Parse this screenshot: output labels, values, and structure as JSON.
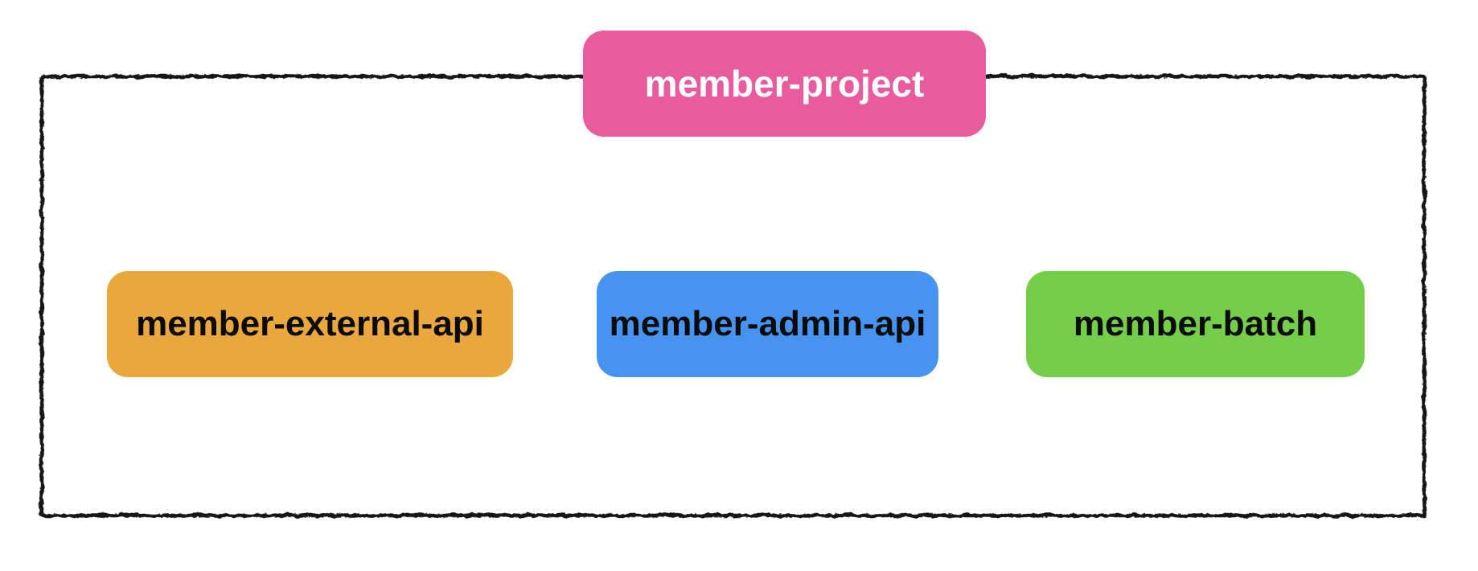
{
  "diagram": {
    "background_color": "#ffffff",
    "boundary": {
      "border_color": "#161616",
      "style": "hand-drawn"
    },
    "project": {
      "label": "member-project",
      "color": "#e85c9d",
      "text_color": "#ffffff"
    },
    "modules": [
      {
        "label": "member-external-api",
        "color": "#e9a73e",
        "text_color": "#0b0b0b"
      },
      {
        "label": "member-admin-api",
        "color": "#4793f0",
        "text_color": "#0b0b0b"
      },
      {
        "label": "member-batch",
        "color": "#75ce4a",
        "text_color": "#0b0b0b"
      }
    ]
  }
}
